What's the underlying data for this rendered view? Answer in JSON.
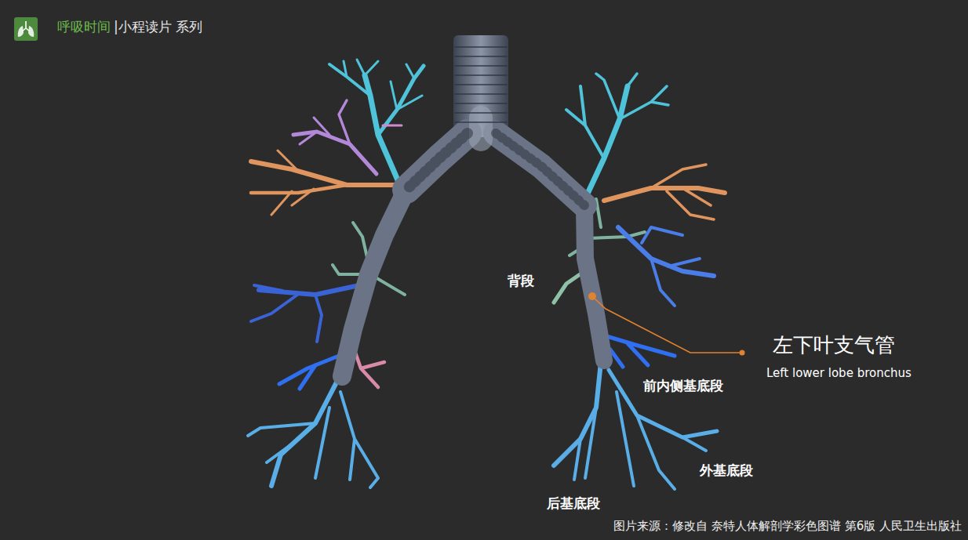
{
  "diagram": {
    "title": "呼吸时间",
    "caption": "图片来源：修改自 奈特人体解剖学彩色图谱 第6版 人民卫生出版社",
    "labels": [
      "|小程读片 系列",
      "背段",
      "左下叶支气管",
      "Left lower lobe bronchus",
      "前内侧基底段",
      "外基底段",
      "后基底段"
    ]
  }
}
